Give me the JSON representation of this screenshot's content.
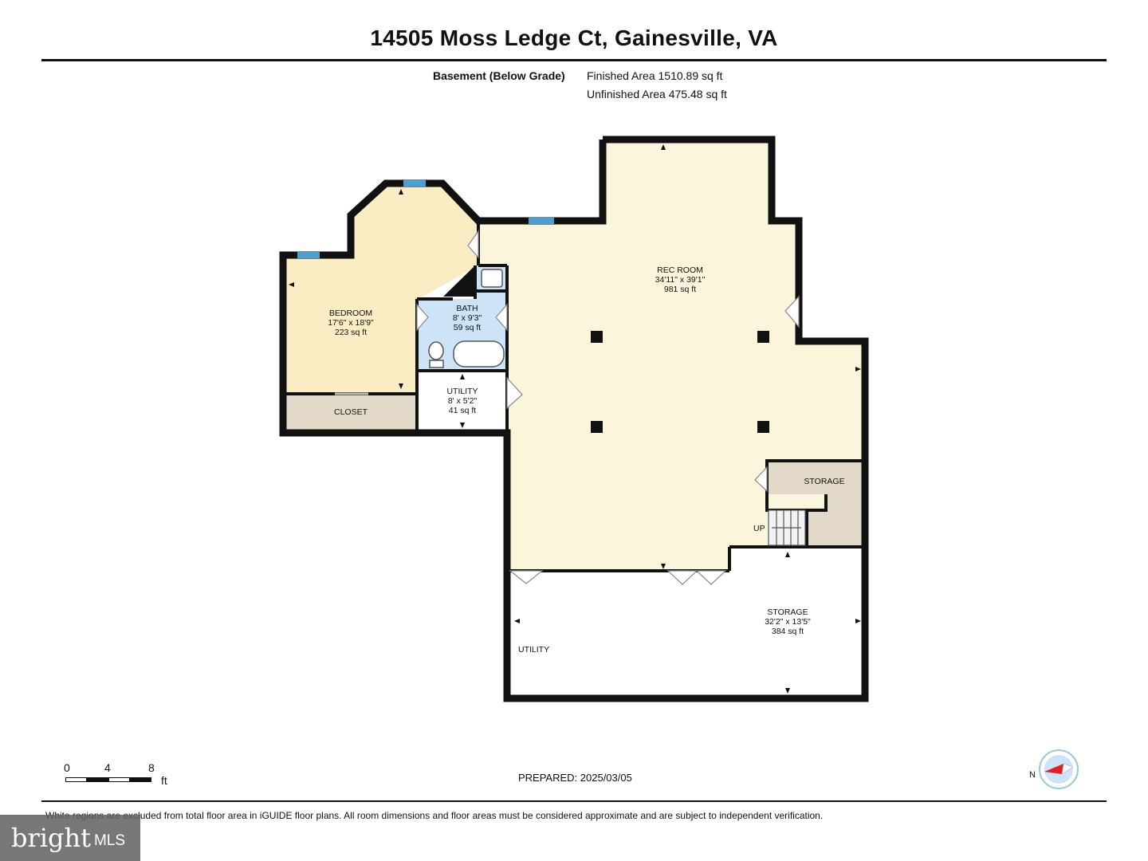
{
  "title": "14505 Moss Ledge Ct, Gainesville, VA",
  "floor": {
    "label": "Basement (Below Grade)",
    "finished_area": "Finished Area 1510.89 sq ft",
    "unfinished_area": "Unfinished Area 475.48 sq ft"
  },
  "rooms": {
    "rec_room": {
      "name": "REC ROOM",
      "dims": "34'11\" x 39'1\"",
      "area": "981 sq ft"
    },
    "bedroom": {
      "name": "BEDROOM",
      "dims": "17'6\" x 18'9\"",
      "area": "223 sq ft"
    },
    "bath": {
      "name": "BATH",
      "dims": "8' x 9'3\"",
      "area": "59 sq ft"
    },
    "utility_small": {
      "name": "UTILITY",
      "dims": "8' x 5'2\"",
      "area": "41 sq ft"
    },
    "closet": {
      "name": "CLOSET"
    },
    "storage_small": {
      "name": "STORAGE"
    },
    "storage_large": {
      "name": "STORAGE",
      "dims": "32'2\" x 13'5\"",
      "area": "384 sq ft"
    },
    "utility_large": {
      "name": "UTILITY"
    },
    "stairs": {
      "label": "UP"
    }
  },
  "scale": {
    "ticks": [
      "0",
      "4",
      "8"
    ],
    "unit": "ft"
  },
  "prepared": "PREPARED: 2025/03/05",
  "compass": {
    "label": "N"
  },
  "disclaimer": "White regions are excluded from total floor area in iGUIDE floor plans. All room dimensions and floor areas must be considered approximate and are subject to independent verification.",
  "logo": {
    "word": "bright",
    "suffix": "MLS"
  },
  "colors": {
    "finished_fill": "#fbf5dc",
    "bedroom_fill": "#faecc3",
    "bath_fill": "#cde3f7",
    "storage_fill": "#e2d9c8",
    "wall": "#111111",
    "window": "#4a9fd4",
    "compass_accent": "#e02020"
  }
}
